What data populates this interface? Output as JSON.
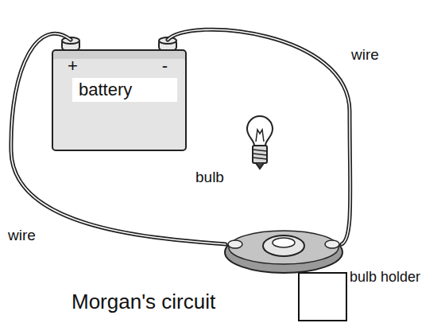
{
  "diagram": {
    "caption": "Morgan's circuit",
    "nodes": [
      {
        "text": [
          "+",
          "-",
          "battery"
        ]
      },
      {
        "text": [
          "bulb holder"
        ]
      }
    ],
    "edges": [
      {
        "from": 0,
        "to": 1,
        "arrow": "none",
        "label": "wire"
      },
      {
        "from": 0,
        "to": 1,
        "arrow": "none",
        "label": "wire"
      }
    ],
    "labels": [
      "bulb"
    ]
  }
}
